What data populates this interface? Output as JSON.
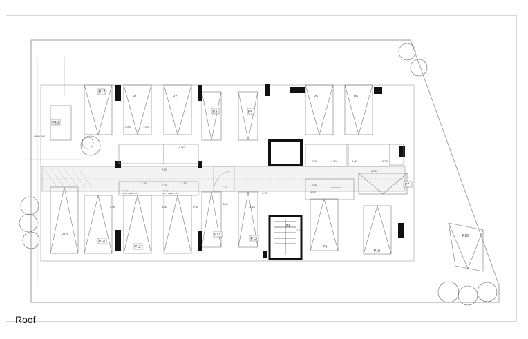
{
  "drawing": {
    "title": "Roof",
    "spaces": {
      "P1": "P1",
      "P2": "P2",
      "P3": "P3",
      "P4": "P4",
      "P5": "P5",
      "P6": "P6",
      "P7": "P7",
      "P8": "P8",
      "P9": "P9",
      "P10": "P10",
      "P11": "P11",
      "P12": "P12",
      "P13": "P13",
      "P14": "P14",
      "P15": "P15",
      "P16": "P16",
      "P17": "P17",
      "P18": "P18"
    },
    "labels": {
      "storage": "storage",
      "storage_unit_1": "unit 1 / apart. 203",
      "storage_unit_2": "unit 1 / apart. 204",
      "electrical": "ELECTRICAL",
      "garage_door": "garage door"
    },
    "dimensions": [
      "7.20",
      "7.05",
      "3.25",
      "3.35",
      "4.95",
      "4.80",
      "6.95",
      "3.15",
      "2.40",
      "0.85",
      "1.80",
      "5.00",
      "4.00",
      "5.95",
      "2.60",
      "1.40",
      "0.95",
      "5.90",
      "2.50",
      "0.35",
      "2.55",
      "1.20"
    ]
  }
}
